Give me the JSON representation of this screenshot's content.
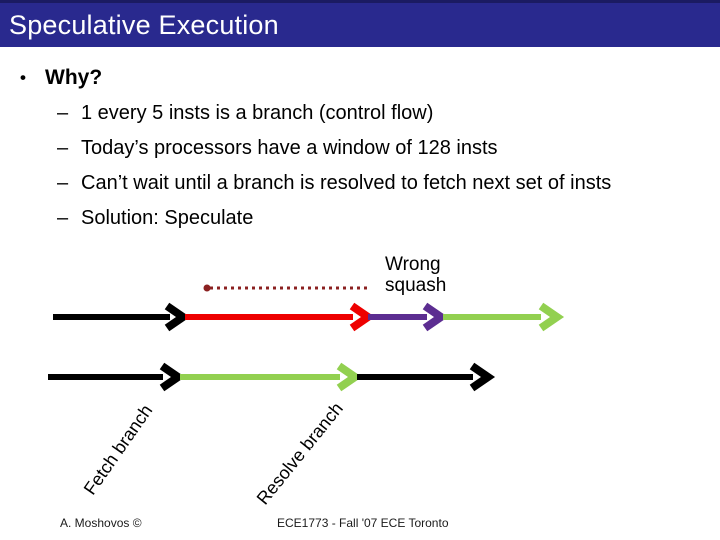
{
  "header": {
    "title": "Speculative Execution",
    "background_color": "#29298e",
    "text_color": "#ffffff"
  },
  "content": {
    "bullet_char": "•",
    "dash_char": "–",
    "main_bullet": "Why?",
    "sub_bullets": [
      "1 every 5 insts is a branch (control flow)",
      "Today’s processors have a window of 128 insts",
      "Can’t wait until a branch is resolved to fetch next set of insts",
      "Solution: Speculate"
    ]
  },
  "diagram": {
    "wrong_squash_lines": [
      "Wrong",
      "squash"
    ],
    "fetch_branch_label": "Fetch branch",
    "resolve_branch_label": "Resolve branch",
    "colors": {
      "black": "#000000",
      "red": "#ee0000",
      "purple": "#5c2d91",
      "green": "#92d050",
      "dotted_line": "#8b2121"
    },
    "row1_sequence": [
      "black",
      "red",
      "purple",
      "green"
    ],
    "row2_sequence": [
      "black",
      "green",
      "black"
    ]
  },
  "footer": {
    "author": "A. Moshovos ©",
    "course": "ECE1773 - Fall '07 ECE Toronto"
  }
}
